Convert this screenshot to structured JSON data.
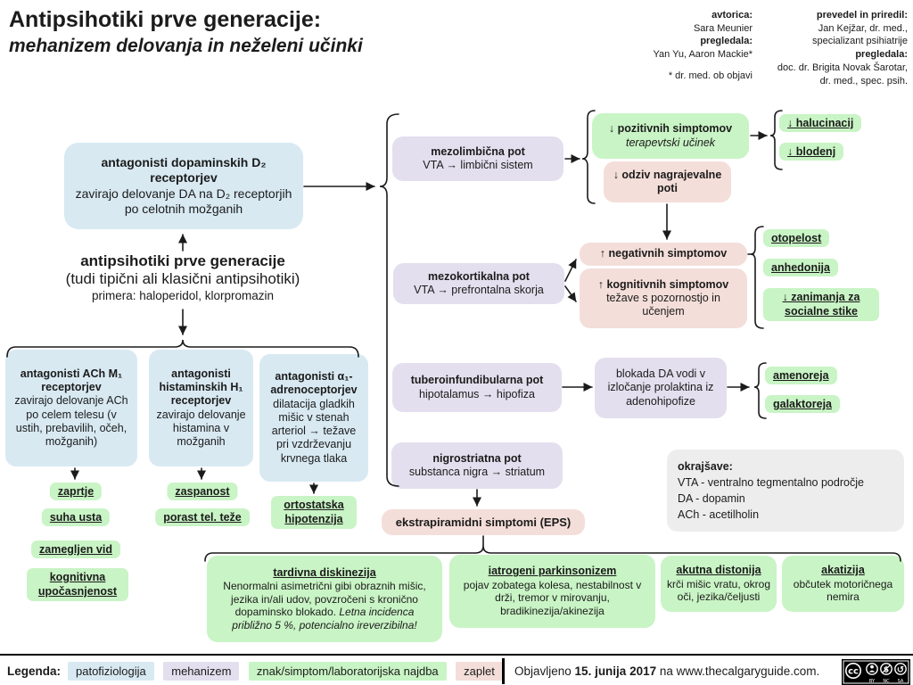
{
  "title": {
    "line1": "Antipsihotiki prve generacije:",
    "line2": "mehanizem delovanja in neželeni učinki"
  },
  "credits": {
    "left": [
      "avtorica:",
      "Sara Meunier",
      "pregledala:",
      "Yan Yu, Aaron Mackie*",
      "* dr. med. ob objavi"
    ],
    "right": [
      "prevedel in priredil:",
      "Jan Kejžar, dr. med.,",
      "specializant psihiatrije",
      "pregledala:",
      "doc. dr. Brigita Novak Šarotar,",
      "dr. med., spec. psih."
    ]
  },
  "boxes": {
    "d2": {
      "title": "antagonisti dopaminskih D₂ receptorjev",
      "body": "zavirajo delovanje DA na D₂ receptorjih po celotnih možganih"
    },
    "fga": {
      "title": "antipsihotiki prve generacije",
      "sub": "(tudi tipični ali klasični antipsihotiki)",
      "examples": "primera: haloperidol, klorpromazin"
    },
    "ach": {
      "title": "antagonisti ACh M₁ receptorjev",
      "body": "zavirajo delovanje ACh po celem telesu (v ustih, prebavilih, očeh, možganih)"
    },
    "hist": {
      "title": "antagonisti histaminskih H₁ receptorjev",
      "body": "zavirajo delovanje histamina v možganih"
    },
    "alpha": {
      "title": "antagonisti α₁-adrenoceptorjev",
      "body": "dilatacija gladkih mišic v stenah arteriol → težave pri vzdrževanju krvnega tlaka"
    },
    "prolactin": "blokada DA vodi v izločanje prolaktina iz adenohipofize"
  },
  "pathways": {
    "mesolimbic": {
      "title": "mezolimbična pot",
      "route": "VTA → limbični sistem"
    },
    "mesocortical": {
      "title": "mezokortikalna pot",
      "route": "VTA → prefrontalna skorja"
    },
    "tuberoinfundibular": {
      "title": "tuberoinfundibularna pot",
      "route": "hipotalamus → hipofiza"
    },
    "nigrostriatal": {
      "title": "nigrostriatna pot",
      "route": "substanca nigra → striatum"
    }
  },
  "effects": {
    "positive": {
      "title": "↓ pozitivnih simptomov",
      "sub": "terapevtski učinek"
    },
    "reward": "↓ odziv nagrajevalne poti",
    "negative": "↑ negativnih simptomov",
    "cognitive": {
      "title": "↑ kognitivnih simptomov",
      "body": "težave s pozornostjo in učenjem"
    },
    "eps": "ekstrapiramidni simptomi (EPS)"
  },
  "symptoms": {
    "hallucinations": "↓ halucinacij",
    "delusions": "↓ blodenj",
    "blunting": "otopelost",
    "anhedonia": "anhedonija",
    "social": "↓ zanimanja za socialne stike",
    "amenorrhea": "amenoreja",
    "galactorrhea": "galaktoreja",
    "constipation": "zaprtje",
    "dry_mouth": "suha usta",
    "blurred_vision": "zamegljen vid",
    "cognitive_slowing": "kognitivna upočasnjenost",
    "sleepiness": "zaspanost",
    "weight_gain": "porast tel. teže",
    "orthostatic": "ortostatska hipotenzija"
  },
  "eps_boxes": {
    "tardive": {
      "title": "tardivna diskinezija",
      "body": "Nenormalni asimetrični gibi obraznih mišic, jezika in/ali udov, povzročeni s kronično dopaminsko blokado.",
      "note": "Letna incidenca približno 5 %, potencialno ireverzibilna!"
    },
    "parkinsonism": {
      "title": "iatrogeni parkinsonizem",
      "body": "pojav zobatega kolesa, nestabilnost v drži, tremor v mirovanju, bradikinezija/akinezija"
    },
    "dystonia": {
      "title": "akutna distonija",
      "body": "krči mišic vratu, okrog oči, jezika/čeljusti"
    },
    "akathisia": {
      "title": "akatizija",
      "body": "občutek motoričnega nemira"
    }
  },
  "abbreviations": {
    "title": "okrajšave:",
    "lines": [
      "VTA - ventralno tegmentalno področje",
      "DA - dopamin",
      "ACh - acetilholin"
    ]
  },
  "legend": {
    "label": "Legenda:",
    "items": [
      {
        "label": "patofiziologija",
        "color": "#d8e9f2"
      },
      {
        "label": "mehanizem",
        "color": "#e4dfee"
      },
      {
        "label": "znak/simptom/laboratorijska najdba",
        "color": "#c9f4c5"
      },
      {
        "label": "zaplet",
        "color": "#f4ded9"
      }
    ],
    "published_prefix": "Objavljeno ",
    "published_date": "15. junija 2017",
    "published_suffix": " na www.thecalgaryguide.com."
  },
  "cc_badge": {
    "logo": "cc",
    "nc_glyph": "$",
    "sa_glyph": "↺",
    "labels": [
      "BY",
      "NC",
      "SA"
    ]
  },
  "colors": {
    "pathophysiology": "#d8e9f2",
    "mechanism": "#e4dfee",
    "sign_symptom": "#c9f4c5",
    "complication": "#f4ded9",
    "abbreviation_bg": "#ededed"
  }
}
